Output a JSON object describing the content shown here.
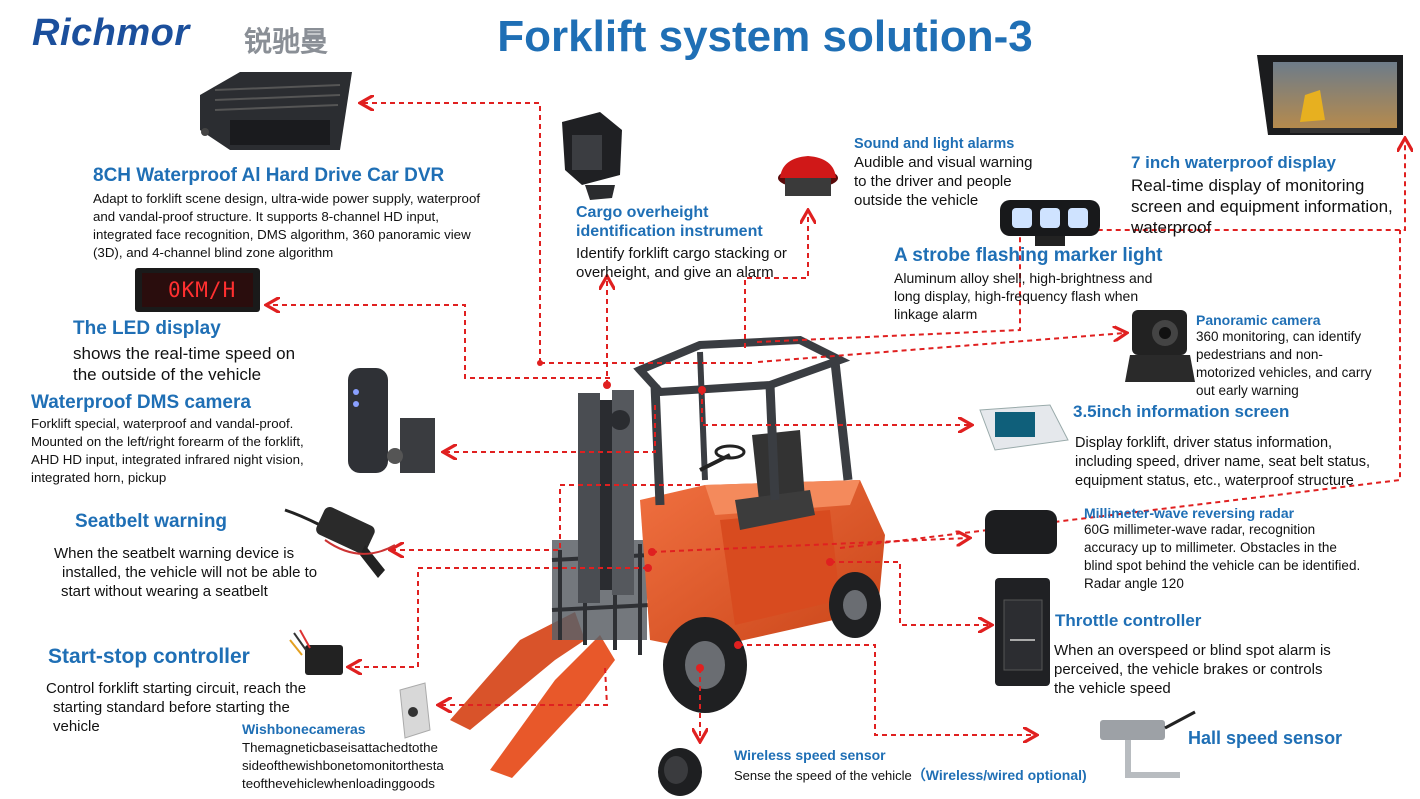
{
  "brand": {
    "name": "Richmor",
    "name_cn": "锐驰曼"
  },
  "title": "Forklift system solution-3",
  "components": {
    "dvr": {
      "title": "8CH Waterproof Al Hard Drive Car DVR",
      "lines": [
        "Adapt to forklift scene design, ultra-wide power supply, waterproof",
        "and vandal-proof structure. It supports 8-channel HD input,",
        "integrated face recognition, DMS algorithm, 360 panoramic view",
        "(3D), and 4-channel blind zone algorithm"
      ]
    },
    "led": {
      "title": "The LED display",
      "screen_text": "0KM/H",
      "lines": [
        "shows the real-time speed on",
        "the outside of the vehicle"
      ]
    },
    "dms": {
      "title": "Waterproof DMS camera",
      "lines": [
        "Forklift special, waterproof and vandal-proof.",
        "Mounted on the left/right forearm of the forklift,",
        "AHD HD input, integrated infrared night vision,",
        "integrated horn, pickup"
      ]
    },
    "seatbelt": {
      "title": "Seatbelt warning",
      "lines": [
        "When the seatbelt warning device is",
        "installed, the vehicle will not be able to",
        "start without wearing a seatbelt"
      ]
    },
    "startstop": {
      "title": "Start-stop controller",
      "lines": [
        "Control forklift starting circuit, reach the",
        "starting standard before starting the",
        "vehicle"
      ]
    },
    "wishbone": {
      "title": "Wishbonecameras",
      "lines": [
        "Themagneticbaseisattachedtothe",
        "sideofthewishbonetomonitorthesta",
        "teofthevehiclewhenloadinggoods"
      ]
    },
    "wireless": {
      "title": "Wireless speed sensor",
      "text": "Sense the speed of the vehicle",
      "note": "（Wireless/wired optional)"
    },
    "cargo": {
      "title_lines": [
        "Cargo overheight",
        "identification instrument"
      ],
      "lines": [
        "Identify forklift cargo stacking or",
        "overheight, and give an alarm"
      ]
    },
    "sound": {
      "title": "Sound and light alarms",
      "lines": [
        "Audible and visual warning",
        "to the driver and people",
        "outside the vehicle"
      ]
    },
    "display7": {
      "title": "7 inch waterproof display",
      "lines": [
        "Real-time display of monitoring",
        "screen and equipment information,",
        "waterproof"
      ]
    },
    "strobe": {
      "title": "A strobe flashing marker light",
      "lines": [
        "Aluminum alloy shell, high-brightness and",
        "long display, high-frequency flash when",
        "linkage alarm"
      ]
    },
    "panoramic": {
      "title": "Panoramic camera",
      "lines": [
        "360 monitoring, can identify",
        "pedestrians and non-",
        "motorized vehicles, and carry",
        "out early warning"
      ]
    },
    "info_screen": {
      "title": "3.5inch information screen",
      "lines": [
        "Display forklift, driver status information,",
        "including speed, driver name, seat belt status,",
        "equipment status, etc., waterproof structure"
      ]
    },
    "radar": {
      "title": "Millimeter-wave reversing radar",
      "lines": [
        "60G millimeter-wave radar, recognition",
        "accuracy up to millimeter. Obstacles in the",
        "blind spot behind the vehicle can be identified.",
        "Radar angle 120"
      ]
    },
    "throttle": {
      "title": "Throttle controller",
      "lines": [
        "When an overspeed or blind spot alarm is",
        "perceived, the vehicle brakes or controls",
        "the vehicle speed"
      ]
    },
    "hall": {
      "title": "Hall speed sensor"
    }
  },
  "colors": {
    "accent_blue": "#1f6fb5",
    "brand_blue": "#1b4f9c",
    "connector_red": "#e02020",
    "forklift_orange": "#e8582a",
    "frame_gray": "#3a3d42"
  }
}
